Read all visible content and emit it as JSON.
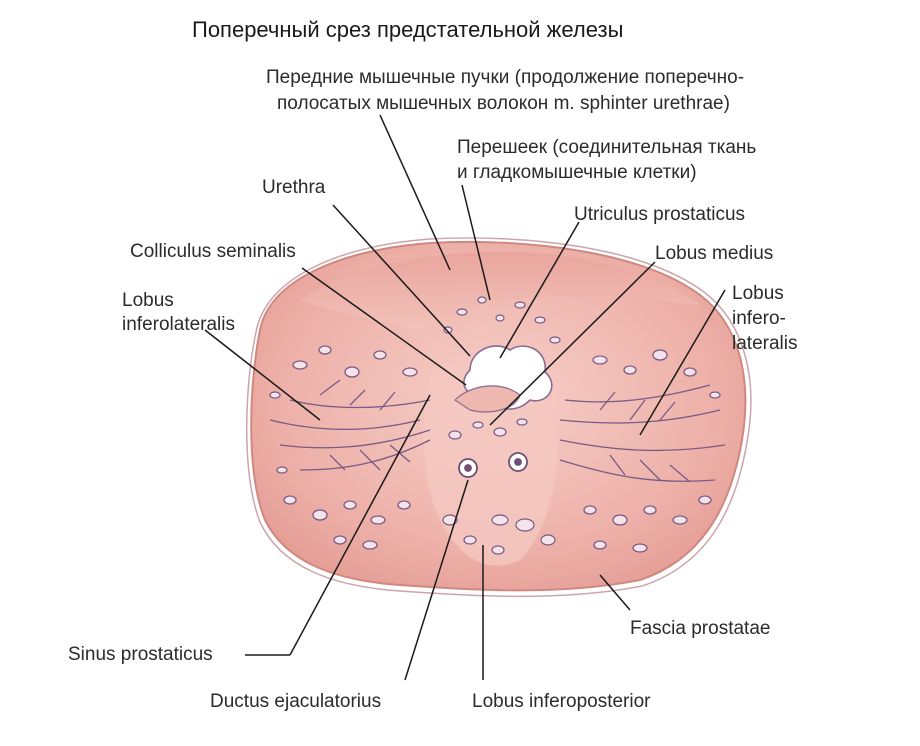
{
  "title": "Поперечный срез предстательной железы",
  "labels": {
    "anterior_muscle_1": "Передние мышечные пучки (продолжение поперечно-",
    "anterior_muscle_2": "полосатых мышечных волокон m. sphinter urethrae)",
    "isthmus_1": "Перешеек (соединительная ткань",
    "isthmus_2": "и гладкомышечные клетки)",
    "urethra": "Urethra",
    "utriculus": "Utriculus prostaticus",
    "colliculus": "Colliculus seminalis",
    "lobus_medius": "Lobus medius",
    "lobus_left_1": "Lobus",
    "lobus_left_2": "inferolateralis",
    "lobus_right_1": "Lobus",
    "lobus_right_2": "infero-",
    "lobus_right_3": "lateralis",
    "fascia": "Fascia prostatae",
    "sinus": "Sinus prostaticus",
    "ductus": "Ductus ejaculatorius",
    "lobus_inferoposterior": "Lobus inferoposterior"
  },
  "colors": {
    "tissue": "#f0b8b0",
    "tissue_dark": "#e49a92",
    "capsule": "#d98f88",
    "gland_outline": "#7a5a86",
    "gland_fill": "#f7e6ee",
    "leader_line": "#1a1a1a"
  }
}
